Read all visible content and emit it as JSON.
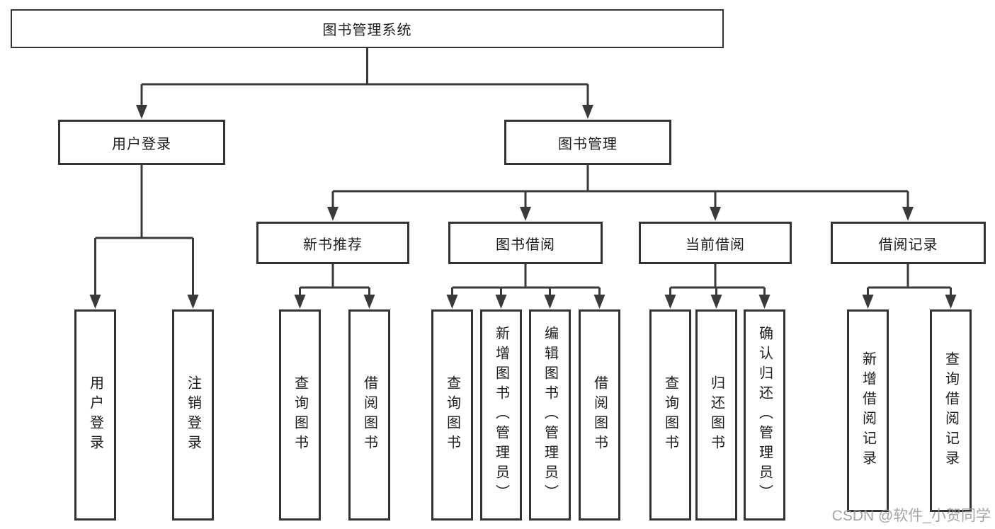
{
  "diagram": {
    "root": {
      "label": "图书管理系统"
    },
    "level2": {
      "user_login": {
        "label": "用户登录"
      },
      "book_mgmt": {
        "label": "图书管理"
      }
    },
    "level3": {
      "new_book_rec": {
        "label": "新书推荐"
      },
      "book_borrow": {
        "label": "图书借阅"
      },
      "current_borrow": {
        "label": "当前借阅"
      },
      "borrow_record": {
        "label": "借阅记录"
      }
    },
    "level4": {
      "user_login_leaf": {
        "label": "用户登录"
      },
      "logout": {
        "label": "注销登录"
      },
      "query_book_rec": {
        "label": "查询图书"
      },
      "borrow_book_rec": {
        "label": "借阅图书"
      },
      "query_book_borrow": {
        "label": "查询图书"
      },
      "add_book": {
        "label": "新增图书（管理员）"
      },
      "edit_book": {
        "label": "编辑图书（管理员）"
      },
      "borrow_book_borrow": {
        "label": "借阅图书"
      },
      "query_book_current": {
        "label": "查询图书"
      },
      "return_book": {
        "label": "归还图书"
      },
      "confirm_return": {
        "label": "确认归还（管理员）"
      },
      "add_borrow_record": {
        "label": "新增借阅记录"
      },
      "query_borrow_record": {
        "label": "查询借阅记录"
      }
    }
  },
  "watermark": {
    "text": "CSDN @软件_小贺同学"
  },
  "colors": {
    "line": "#3a3a3a",
    "border": "#333333",
    "text": "#1d1d1d",
    "background": "#ffffff",
    "watermark": "#9a9a9a"
  }
}
